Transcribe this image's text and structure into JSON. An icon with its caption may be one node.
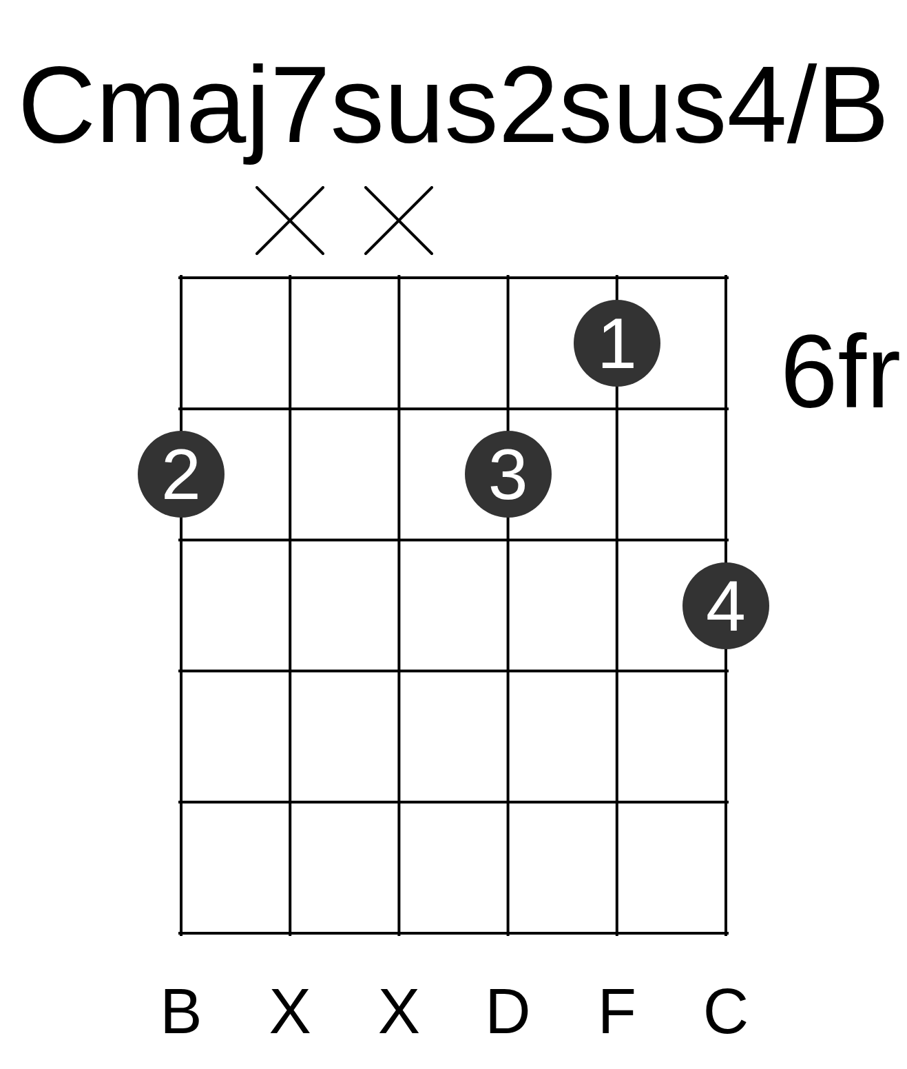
{
  "diagram": {
    "title": "Cmaj7sus2sus4/B",
    "nodes": [
      {
        "text": [
          "1"
        ]
      },
      {
        "text": [
          "2"
        ]
      },
      {
        "text": [
          "3"
        ]
      },
      {
        "text": [
          "4"
        ]
      }
    ],
    "labels": [
      "6fr",
      "B",
      "X",
      "X",
      "D",
      "F",
      "C"
    ]
  }
}
